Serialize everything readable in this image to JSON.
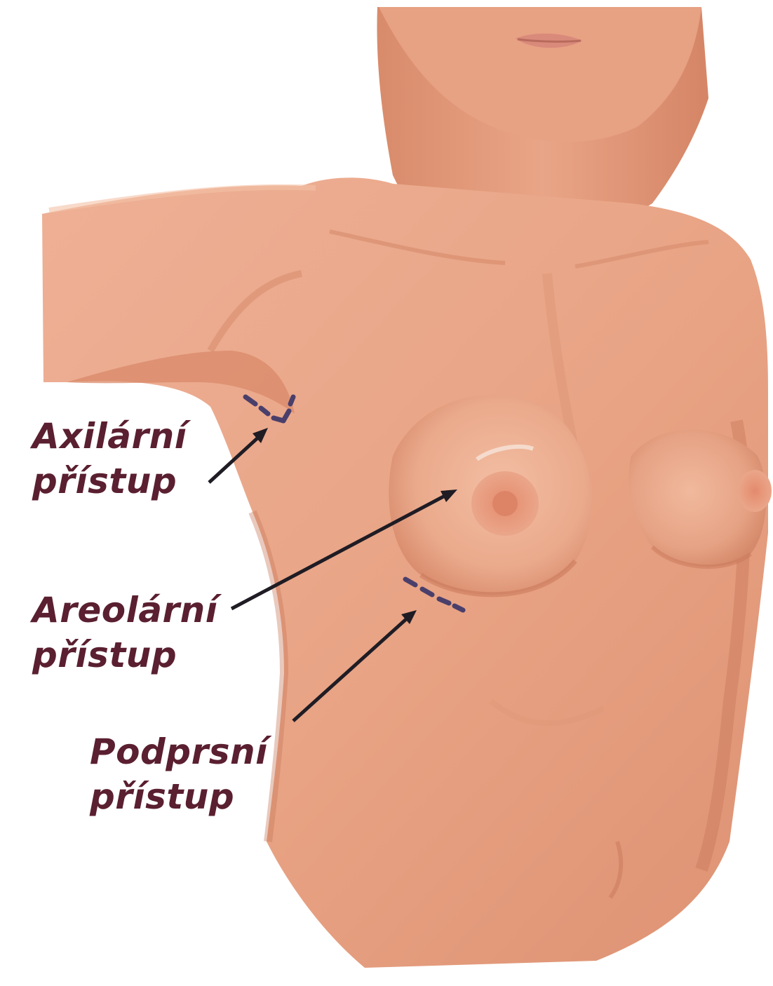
{
  "labels": {
    "axillary": {
      "line1": "Axilární",
      "line2": "přístup"
    },
    "areolar": {
      "line1": "Areolární",
      "line2": "přístup"
    },
    "inframammary": {
      "line1": "Podprsní",
      "line2": "přístup"
    }
  },
  "colors": {
    "label_text": "#5a1f30",
    "skin": "#e9a586",
    "skin_shadow": "#c9785a",
    "incision_marks": "#4a3f6b",
    "arrow": "#1f1c24",
    "background": "#ffffff"
  }
}
